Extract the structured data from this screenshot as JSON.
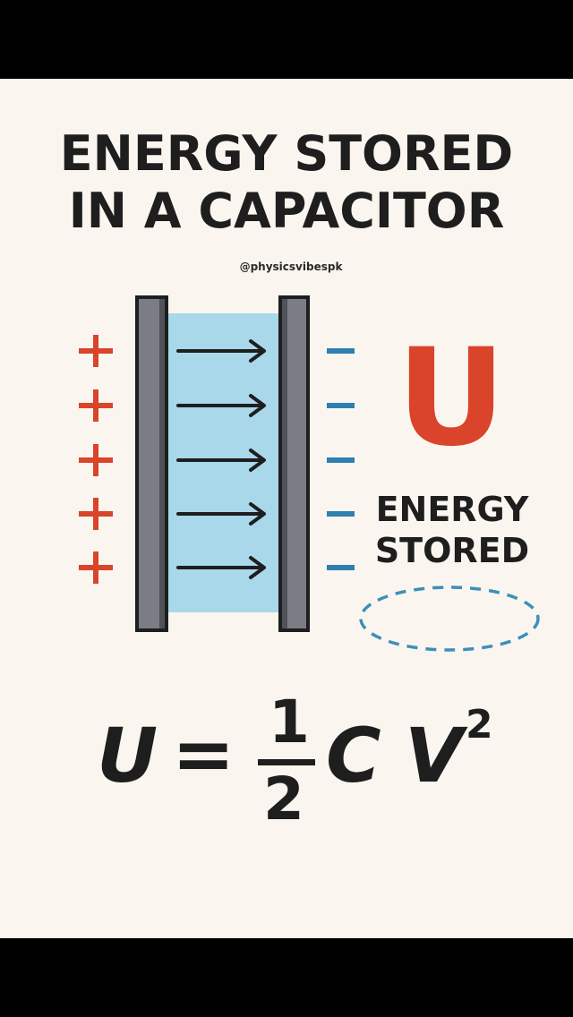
{
  "title": {
    "line1": "ENERGY STORED",
    "line2": "IN A CAPACITOR"
  },
  "handle": "@physicsvibespk",
  "diagram": {
    "positive_charges": [
      "+",
      "+",
      "+",
      "+",
      "+"
    ],
    "negative_charges": [
      "–",
      "–",
      "–",
      "–",
      "–"
    ],
    "field_arrows": 5,
    "energy_symbol": "U",
    "energy_label_line1": "ENERGY",
    "energy_label_line2": "STORED"
  },
  "formula": {
    "lhs": "U",
    "equals": "=",
    "numerator": "1",
    "denominator": "2",
    "capacitance": "C",
    "voltage": "V",
    "exponent": "2"
  },
  "colors": {
    "background": "#faf6ef",
    "positive": "#d9442b",
    "negative": "#2f7fb0",
    "field": "#a8d8ea",
    "plate": "#7a7d84",
    "text": "#1e1e1e"
  }
}
